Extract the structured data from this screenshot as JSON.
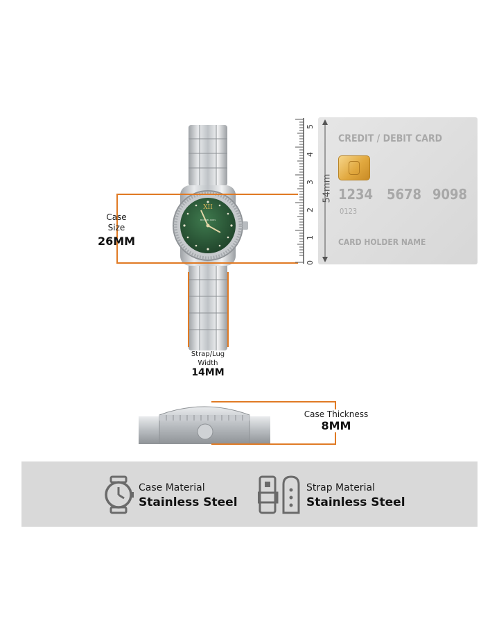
{
  "case_size": {
    "label_line1": "Case",
    "label_line2": "Size",
    "value": "26MM"
  },
  "strap": {
    "label_line1": "Strap/Lug",
    "label_line2": "Width",
    "value": "14MM"
  },
  "thickness": {
    "label": "Case Thickness",
    "value": "8MM"
  },
  "ruler": {
    "ticks": [
      "5",
      "4",
      "3",
      "2",
      "1",
      "0"
    ],
    "unit_label": "54mm"
  },
  "card": {
    "title": "CREDIT / DEBIT CARD",
    "number_groups": [
      "1234",
      "5678",
      "9098"
    ],
    "small_number": "0123",
    "holder": "CARD HOLDER NAME"
  },
  "features": [
    {
      "label": "Case Material",
      "value": "Stainless Steel",
      "icon": "watch-icon"
    },
    {
      "label": "Strap Material",
      "value": "Stainless Steel",
      "icon": "strap-icon"
    }
  ],
  "watch": {
    "brand_text": "MICHAEL KORS",
    "dial_color": "#2f5a3a"
  },
  "colors": {
    "accent": "#e07a24",
    "band_bg": "#d9d9d9",
    "card_text": "#a8a8a8"
  }
}
